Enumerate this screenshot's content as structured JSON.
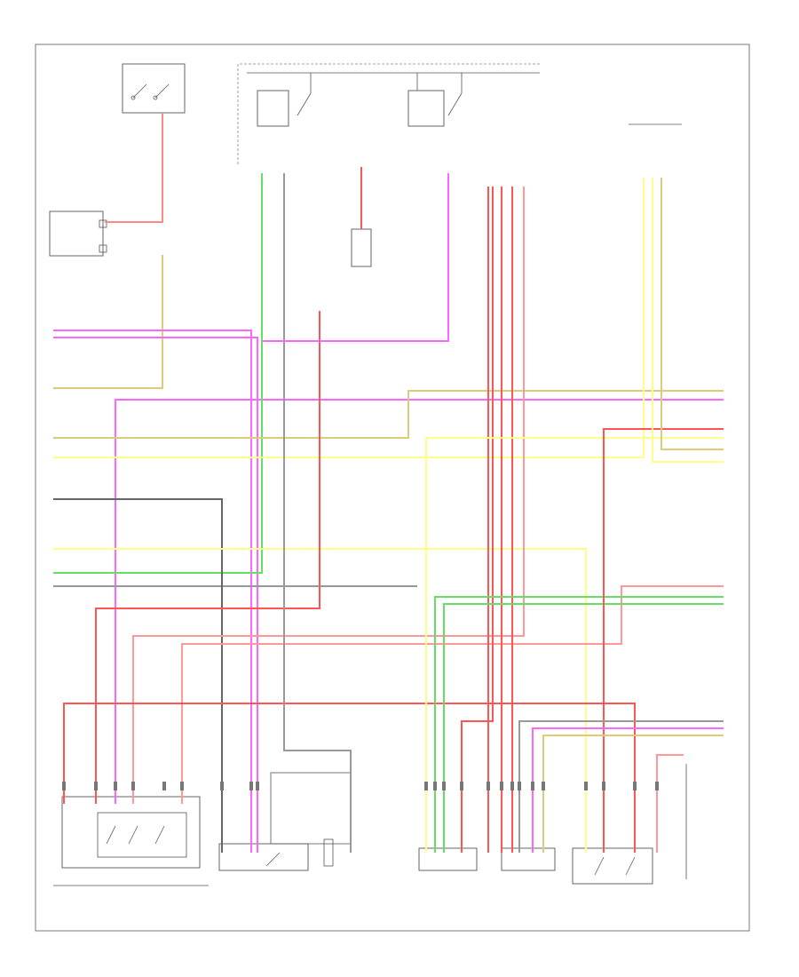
{
  "diagram": {
    "frame_label": "",
    "figure_number": "",
    "colors": {
      "red": "#ff5555",
      "pink": "#ff66ff",
      "light_pink": "#ff9999",
      "green": "#66dd66",
      "yellow": "#ffff88",
      "tan": "#ddcc77",
      "gray": "#999999",
      "dark_gray": "#666666",
      "light_red": "#ff8888"
    },
    "wires": [
      {
        "name": "wire-red-main",
        "color": "red"
      },
      {
        "name": "wire-pink-1",
        "color": "pink"
      },
      {
        "name": "wire-pink-2",
        "color": "pink"
      },
      {
        "name": "wire-yellow-1",
        "color": "yellow"
      },
      {
        "name": "wire-yellow-2",
        "color": "yellow"
      },
      {
        "name": "wire-tan-1",
        "color": "tan"
      },
      {
        "name": "wire-green-1",
        "color": "green"
      },
      {
        "name": "wire-green-2",
        "color": "green"
      },
      {
        "name": "wire-gray-1",
        "color": "gray"
      }
    ]
  }
}
